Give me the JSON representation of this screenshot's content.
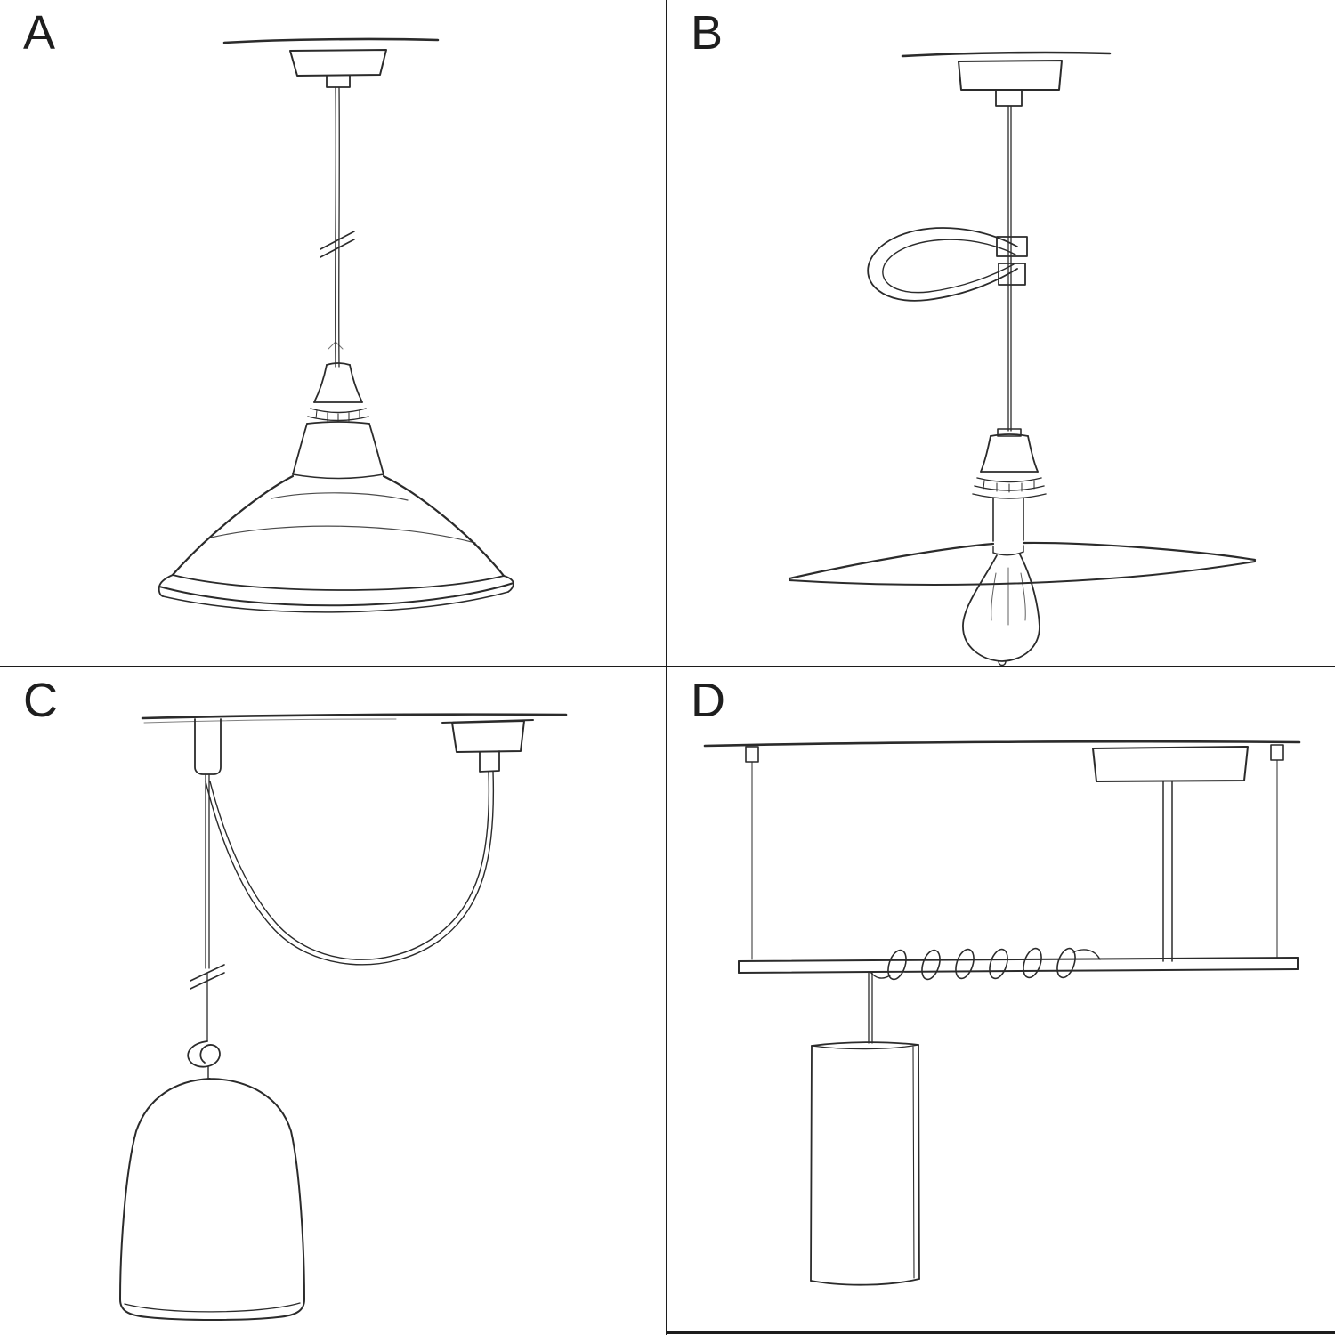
{
  "page": {
    "background": "#ffffff",
    "line_color": "#2b2b2b",
    "divider_color": "#1c1c1c",
    "text_color": "#1e1e1e"
  },
  "panels": [
    {
      "id": "panel-a",
      "label": "A",
      "sketch": "pendant-straight-cable-industrial-shade-sketch"
    },
    {
      "id": "panel-b",
      "label": "B",
      "sketch": "pendant-cable-clip-flat-plate-shade-bulb-sketch"
    },
    {
      "id": "panel-c",
      "label": "C",
      "sketch": "swag-pendant-hook-knot-bell-shade-sketch"
    },
    {
      "id": "panel-d",
      "label": "D",
      "sketch": "bar-suspension-coiled-cable-tube-shade-sketch"
    }
  ]
}
